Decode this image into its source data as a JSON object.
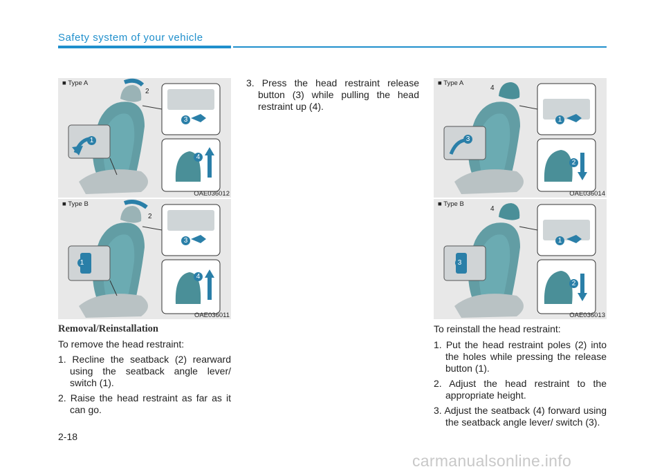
{
  "header": {
    "section_title": "Safety system of your vehicle"
  },
  "figures": {
    "left_top": {
      "type_label": "■ Type A",
      "code": "OAE036012",
      "callouts": [
        "2",
        "3",
        "1",
        "4"
      ]
    },
    "left_bottom": {
      "type_label": "■ Type B",
      "code": "OAE036011",
      "callouts": [
        "2",
        "3",
        "1",
        "4"
      ]
    },
    "right_top": {
      "type_label": "■ Type A",
      "code": "OAE036014",
      "callouts": [
        "4",
        "1",
        "3",
        "2"
      ]
    },
    "right_bottom": {
      "type_label": "■ Type B",
      "code": "OAE036013",
      "callouts": [
        "4",
        "1",
        "3",
        "2"
      ]
    }
  },
  "left_text": {
    "heading": "Removal/Reinstallation",
    "intro": "To remove the head restraint:",
    "steps": [
      "1. Recline the seatback (2) rearward using the seatback angle lever/ switch (1).",
      "2. Raise the head restraint as far as it can go."
    ]
  },
  "middle_text": {
    "steps": [
      "3. Press the head restraint release button (3) while pulling the head restraint up (4)."
    ]
  },
  "right_text": {
    "intro": "To reinstall the head restraint:",
    "steps": [
      "1. Put the head restraint poles (2) into the holes while pressing the release button (1).",
      "2. Adjust the head restraint to the appropriate height.",
      "3. Adjust the seatback (4) forward using the seatback angle lever/ switch (3)."
    ]
  },
  "page_number": "2-18",
  "watermark": "carmanualsonline.info",
  "colors": {
    "accent": "#1f8fcc",
    "arrow": "#2a7fa8",
    "seat_teal": "#4a8f98",
    "panel": "#e8e8e8"
  }
}
